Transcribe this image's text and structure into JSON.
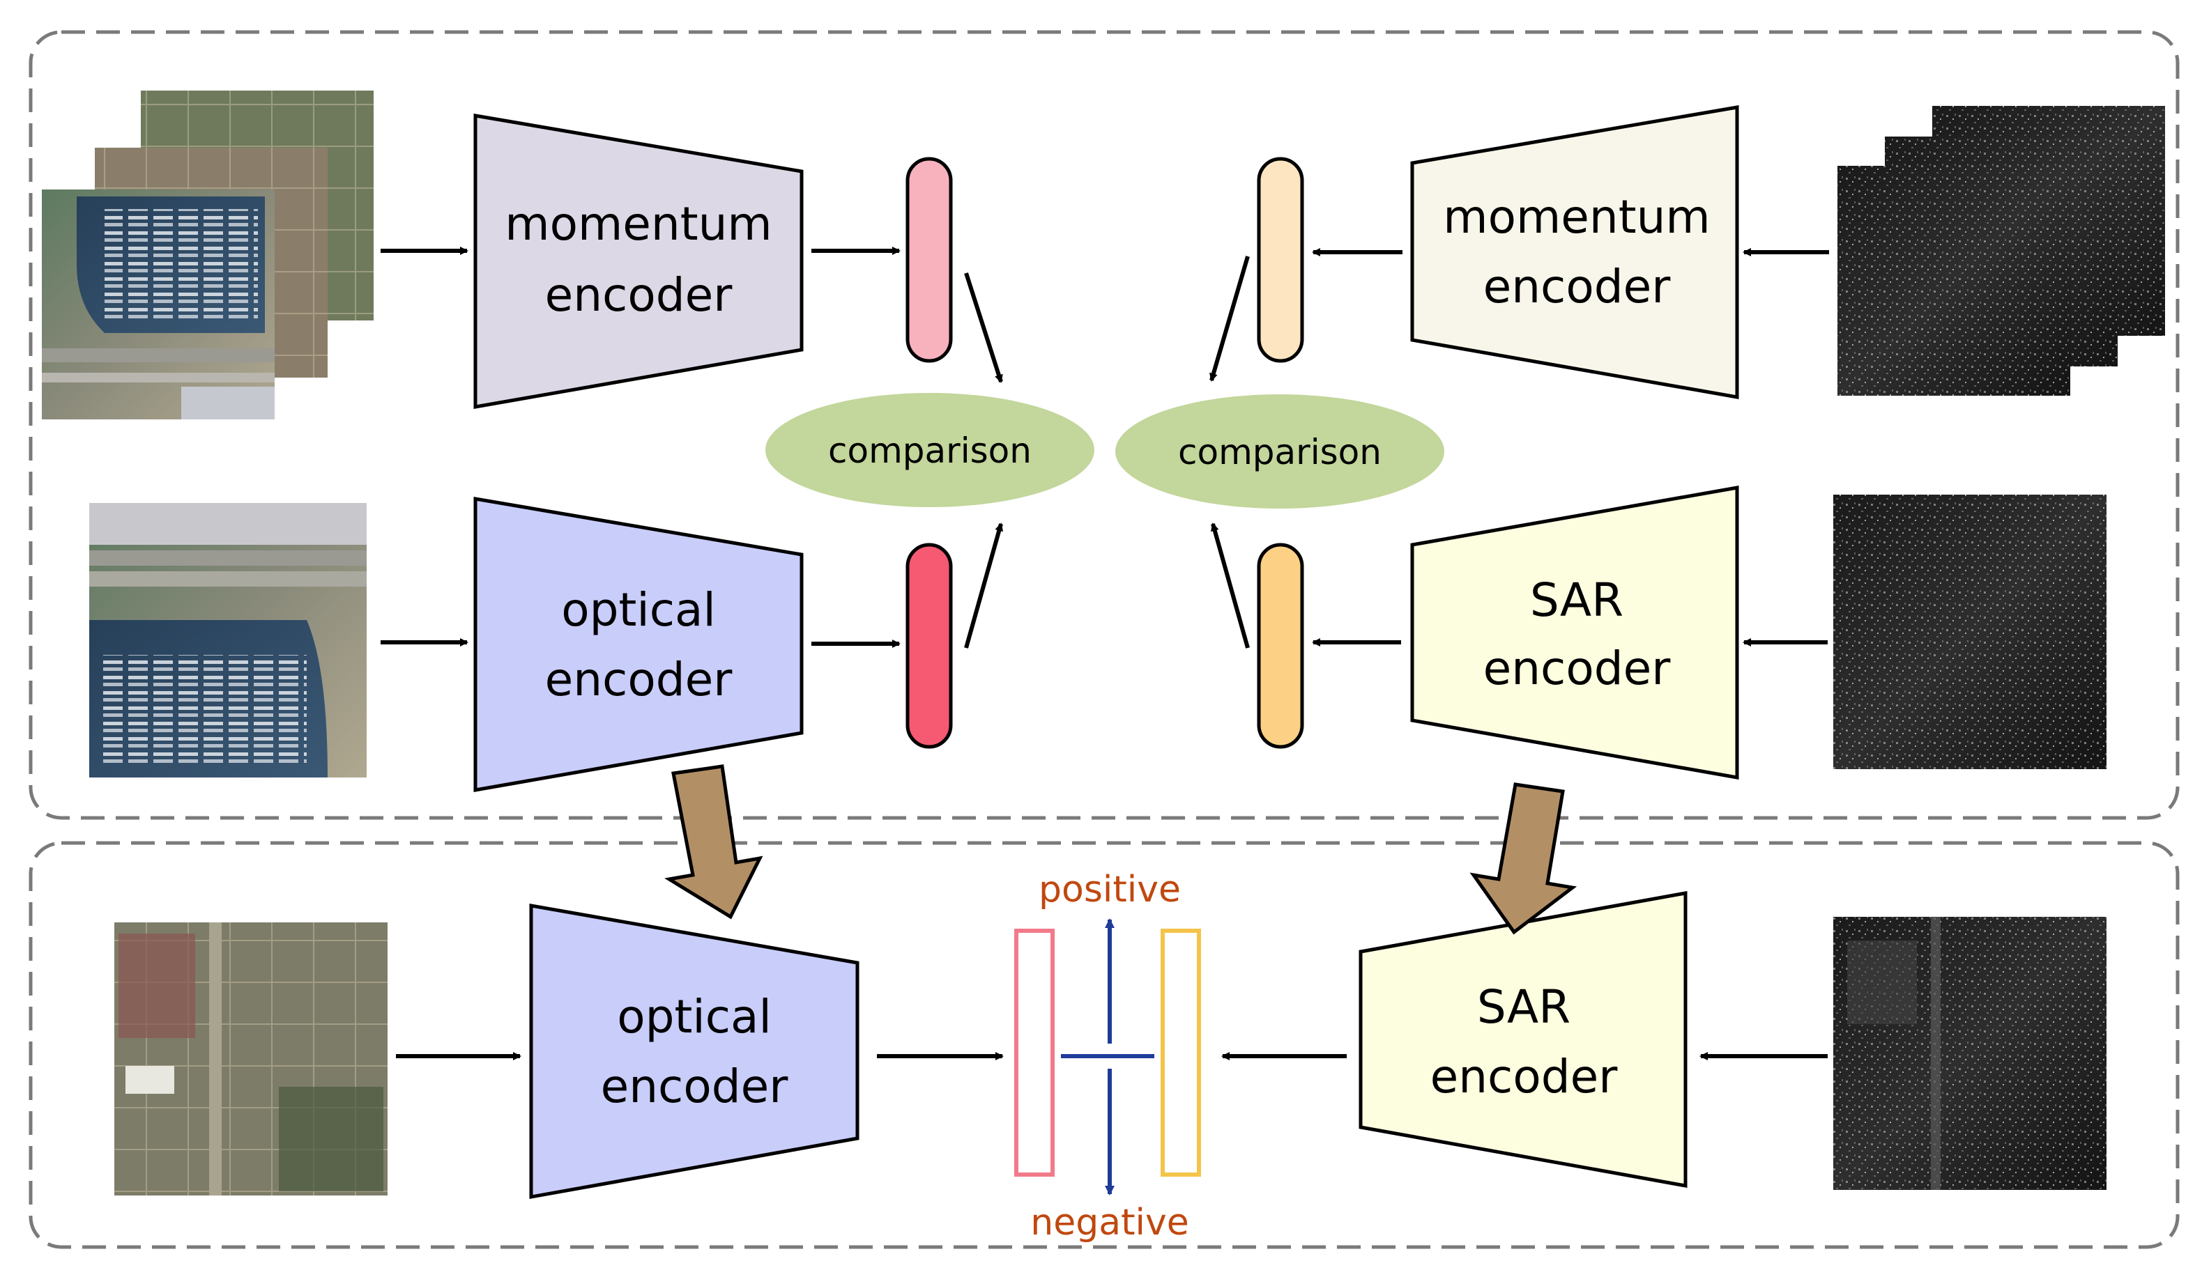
{
  "encoders": {
    "optical_momentum": {
      "line1": "momentum",
      "line2": "encoder",
      "fill": "#dcd8e6"
    },
    "sar_momentum": {
      "line1": "momentum",
      "line2": "encoder",
      "fill": "#f8f6ea"
    },
    "optical_top": {
      "line1": "optical",
      "line2": "encoder",
      "fill": "#c9cdf9"
    },
    "sar_top": {
      "line1": "SAR",
      "line2": "encoder",
      "fill": "#fdfde0"
    },
    "optical_bottom": {
      "line1": "optical",
      "line2": "encoder",
      "fill": "#c9cdf9"
    },
    "sar_bottom": {
      "line1": "SAR",
      "line2": "encoder",
      "fill": "#fdfde0"
    }
  },
  "comparison": {
    "left": "comparison",
    "right": "comparison",
    "fill": "#c3d69b"
  },
  "features": {
    "optical_momentum": "#f8b2bd",
    "optical": "#f65a72",
    "sar_momentum": "#fce5c0",
    "sar": "#fdd185"
  },
  "labels": {
    "positive": "positive",
    "negative": "negative",
    "color": "#c0480f"
  },
  "colors": {
    "transfer_arrow": "#b38f66",
    "dashed_border": "#7a7a7a",
    "neg_bar": "#f27a8a",
    "pos_bar": "#f4c44a",
    "axis_blue": "#1f3b9a"
  }
}
